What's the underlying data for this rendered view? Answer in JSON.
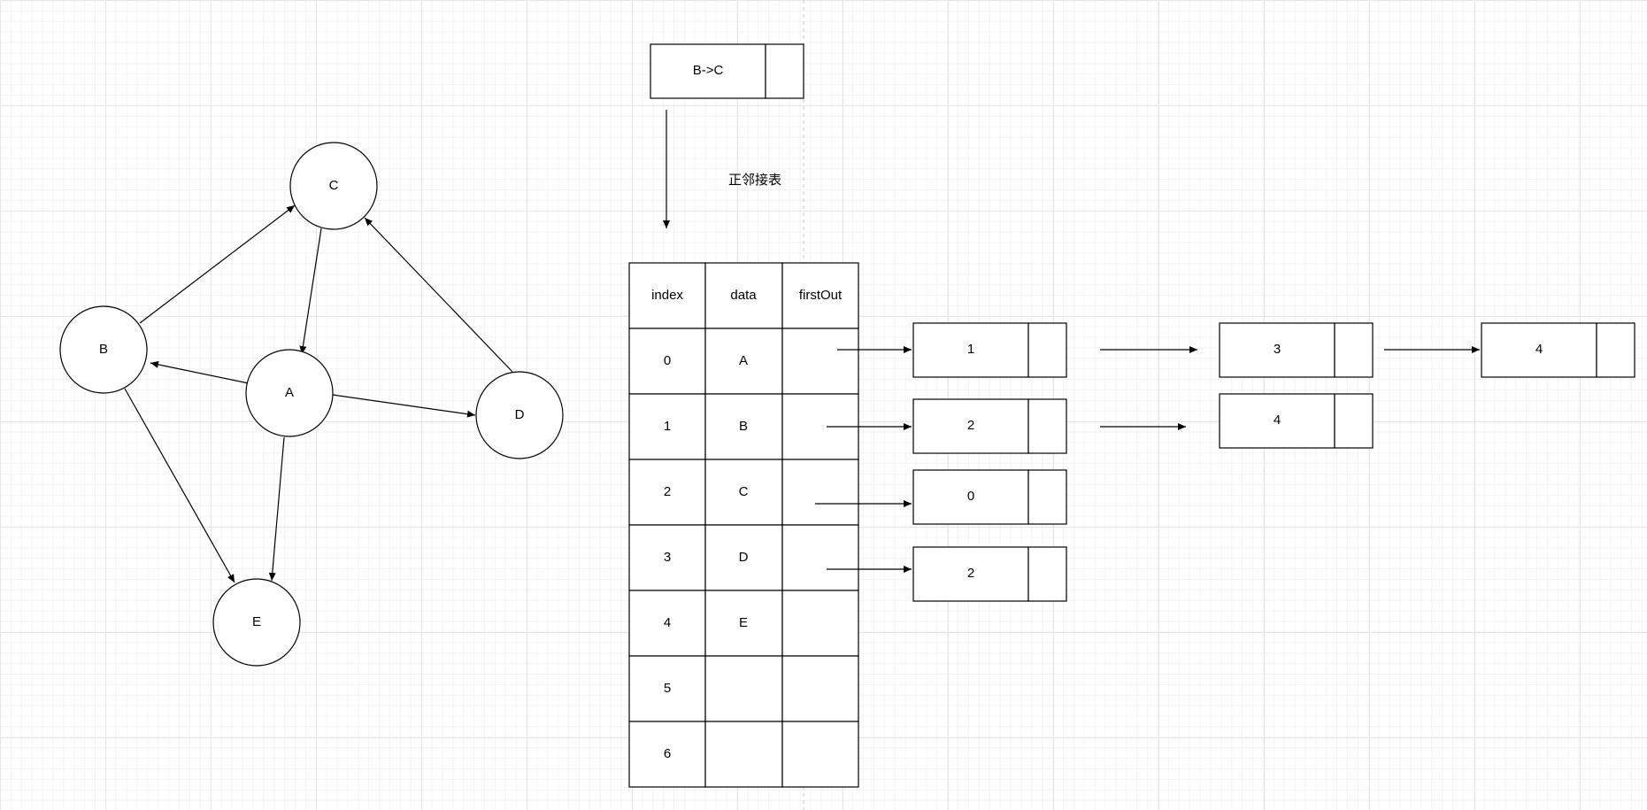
{
  "graph": {
    "nodes": [
      {
        "id": "C",
        "label": "C"
      },
      {
        "id": "B",
        "label": "B"
      },
      {
        "id": "A",
        "label": "A"
      },
      {
        "id": "D",
        "label": "D"
      },
      {
        "id": "E",
        "label": "E"
      }
    ],
    "edges": [
      {
        "from": "B",
        "to": "C"
      },
      {
        "from": "C",
        "to": "A"
      },
      {
        "from": "D",
        "to": "C"
      },
      {
        "from": "A",
        "to": "B"
      },
      {
        "from": "A",
        "to": "D"
      },
      {
        "from": "B",
        "to": "E"
      },
      {
        "from": "A",
        "to": "E"
      }
    ]
  },
  "legend_node": {
    "label": "B->C"
  },
  "caption": "正邻接表",
  "table": {
    "headers": [
      "index",
      "data",
      "firstOut"
    ],
    "rows": [
      {
        "index": "0",
        "data": "A"
      },
      {
        "index": "1",
        "data": "B"
      },
      {
        "index": "2",
        "data": "C"
      },
      {
        "index": "3",
        "data": "D"
      },
      {
        "index": "4",
        "data": "E"
      },
      {
        "index": "5",
        "data": ""
      },
      {
        "index": "6",
        "data": ""
      }
    ]
  },
  "adjacency": [
    {
      "row": "0",
      "nodes": [
        "1",
        "3",
        "4"
      ]
    },
    {
      "row": "1",
      "nodes": [
        "2",
        "4"
      ]
    },
    {
      "row": "2",
      "nodes": [
        "0"
      ]
    },
    {
      "row": "3",
      "nodes": [
        "2"
      ]
    }
  ]
}
